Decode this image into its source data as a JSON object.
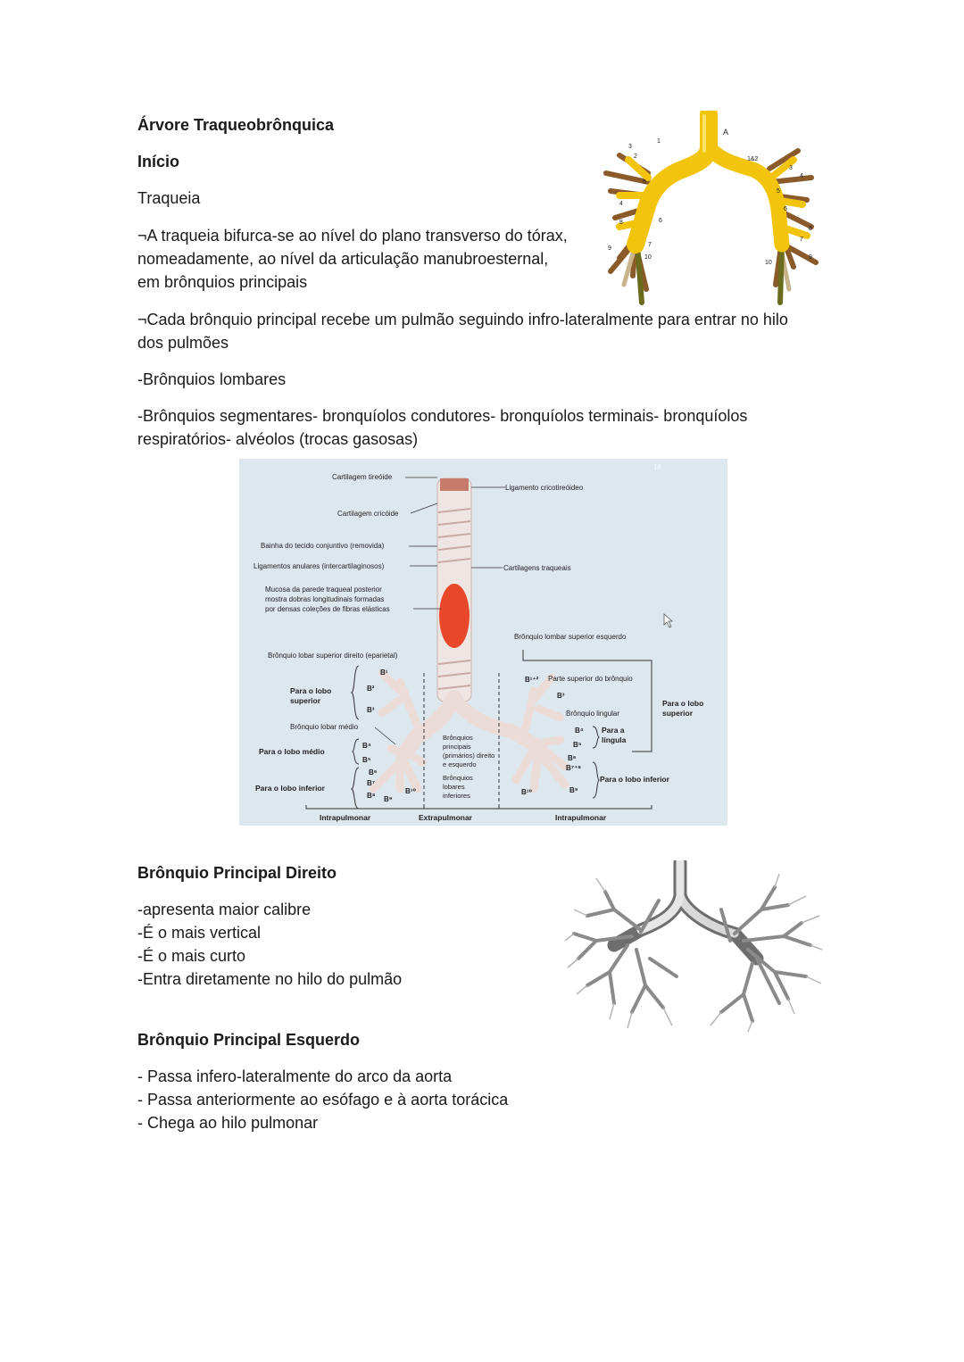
{
  "section1": {
    "title": "Árvore Traqueobrônquica",
    "subtitle": "Início",
    "topic": "Traqueia",
    "para1": [
      "¬A traqueia bifurca-se ao nível do plano transverso do tórax,",
      "nomeadamente, ao nível da articulação manubroesternal,",
      "em brônquios principais"
    ],
    "para2": [
      "¬Cada brônquio principal recebe um pulmão seguindo infro-lateralmente para entrar no hilo",
      "dos pulmões"
    ],
    "item1": "-Brônquios lombares",
    "item2": [
      "-Brônquios segmentares- bronquíolos condutores- bronquíolos terminais- bronquíolos",
      "respiratórios- alvéolos (trocas gasosas)"
    ]
  },
  "figure1": {
    "labels": [
      "3",
      "1",
      "2",
      "5",
      "4",
      "6",
      "8",
      "7",
      "9",
      "10",
      "A",
      "1&2",
      "3",
      "4",
      "5",
      "6",
      "8",
      "7",
      "9",
      "10"
    ]
  },
  "figure2": {
    "corner_number": "18",
    "labels_left": [
      "Cartilagem tireóide",
      "Cartilagem cricóide",
      "Bainha do tecido conjuntivo (removida)",
      "Ligamentos anulares (intercartilaginosos)",
      "Mucosa da parede traqueal posterior",
      "mostra dobras longitudinais formadas",
      "por densas coleções de fibras elásticas",
      "Brônquio lobar superior direito (eparietal)",
      "Brônquio lobar médio"
    ],
    "labels_right": [
      "Ligamento cricotireóideo",
      "Cartilagens traqueais",
      "Brônquio lombar superior esquerdo",
      "Parte superior do brônquio",
      "Brônquio lingular"
    ],
    "groups": {
      "right_upper": [
        "Para o lobo",
        "superior"
      ],
      "right_middle": "Para o lobo médio",
      "right_lower": "Para o lobo inferior",
      "left_upper": [
        "Para o lobo",
        "superior"
      ],
      "lingula": [
        "Para a",
        "língula"
      ],
      "left_lower": "Para o lobo inferior"
    },
    "center_labels": [
      "Brônquios",
      "principais",
      "(primários) direito",
      "e esquerdo",
      "Brônquios",
      "lobares",
      "inferiores"
    ],
    "segments": {
      "b1": "B¹",
      "b2": "B²",
      "b3": "B³",
      "b4": "B⁴",
      "b5": "B⁵",
      "b6": "B⁶",
      "b7": "B⁷",
      "b8": "B⁸",
      "b9": "B⁹",
      "b10": "B¹⁰",
      "lb12": "B¹⁺²",
      "lb3": "B³",
      "lb4": "B⁴",
      "lb5": "B⁵",
      "lb6": "B⁶",
      "lb78": "B⁷⁺⁸",
      "lb9": "B⁹",
      "lb10": "B¹⁰"
    },
    "bottom": [
      "Intrapulmonar",
      "Extrapulmonar",
      "Intrapulmonar"
    ]
  },
  "section2": {
    "title": "Brônquio Principal Direito",
    "items": [
      "-apresenta maior calibre",
      "-É o mais vertical",
      "-É o mais curto",
      "-Entra diretamente no hilo do pulmão"
    ]
  },
  "section3": {
    "title": "Brônquio Principal Esquerdo",
    "items": [
      "- Passa infero-lateralmente do arco da aorta",
      "- Passa anteriormente ao esófago e à aorta torácica",
      "- Chega ao hilo pulmonar"
    ]
  },
  "colors": {
    "text": "#1a1a1a",
    "bronchi_yellow": "#f2c40c",
    "figure_bg": "#dde7ee",
    "mucosa_red": "#e8472a"
  }
}
